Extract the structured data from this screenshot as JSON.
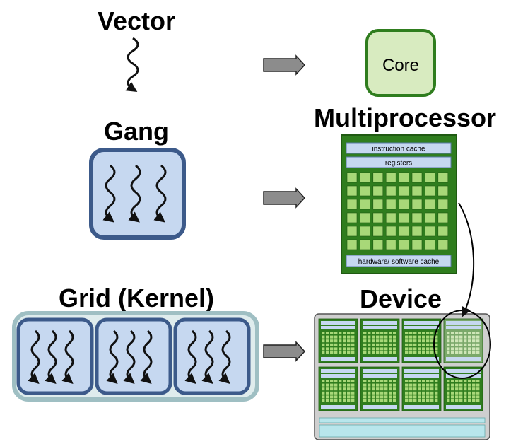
{
  "labels": {
    "vector": "Vector",
    "core": "Core",
    "gang": "Gang",
    "multiprocessor": "Multiprocessor",
    "grid": "Grid (Kernel)",
    "device": "Device"
  },
  "multiprocessor": {
    "instruction_cache": "instruction cache",
    "registers": "registers",
    "hw_sw_cache": "hardware/ software cache",
    "core_grid": {
      "rows": 6,
      "cols": 8
    }
  },
  "device": {
    "sm_grid": {
      "rows": 2,
      "cols": 4
    },
    "highlighted_sm_col": 3
  },
  "colors": {
    "green_dark": "#2f7d1e",
    "green_light": "#d8ebc0",
    "green_cell": "#a8d878",
    "blue_dark": "#3c5a8a",
    "blue_light": "#c6d8f0",
    "grid_outer": "#9fbfc3",
    "grid_outer_fill": "#dfeced",
    "device_fill": "#cfcfcf",
    "arrow_fill": "#8c8c8c",
    "cache_bar": "#c6d8f0",
    "device_bar": "#b8e6ec"
  },
  "icons": {
    "thread": "squiggle-arrow-icon",
    "flow": "right-arrow-icon",
    "connector": "curved-arrow-icon"
  }
}
